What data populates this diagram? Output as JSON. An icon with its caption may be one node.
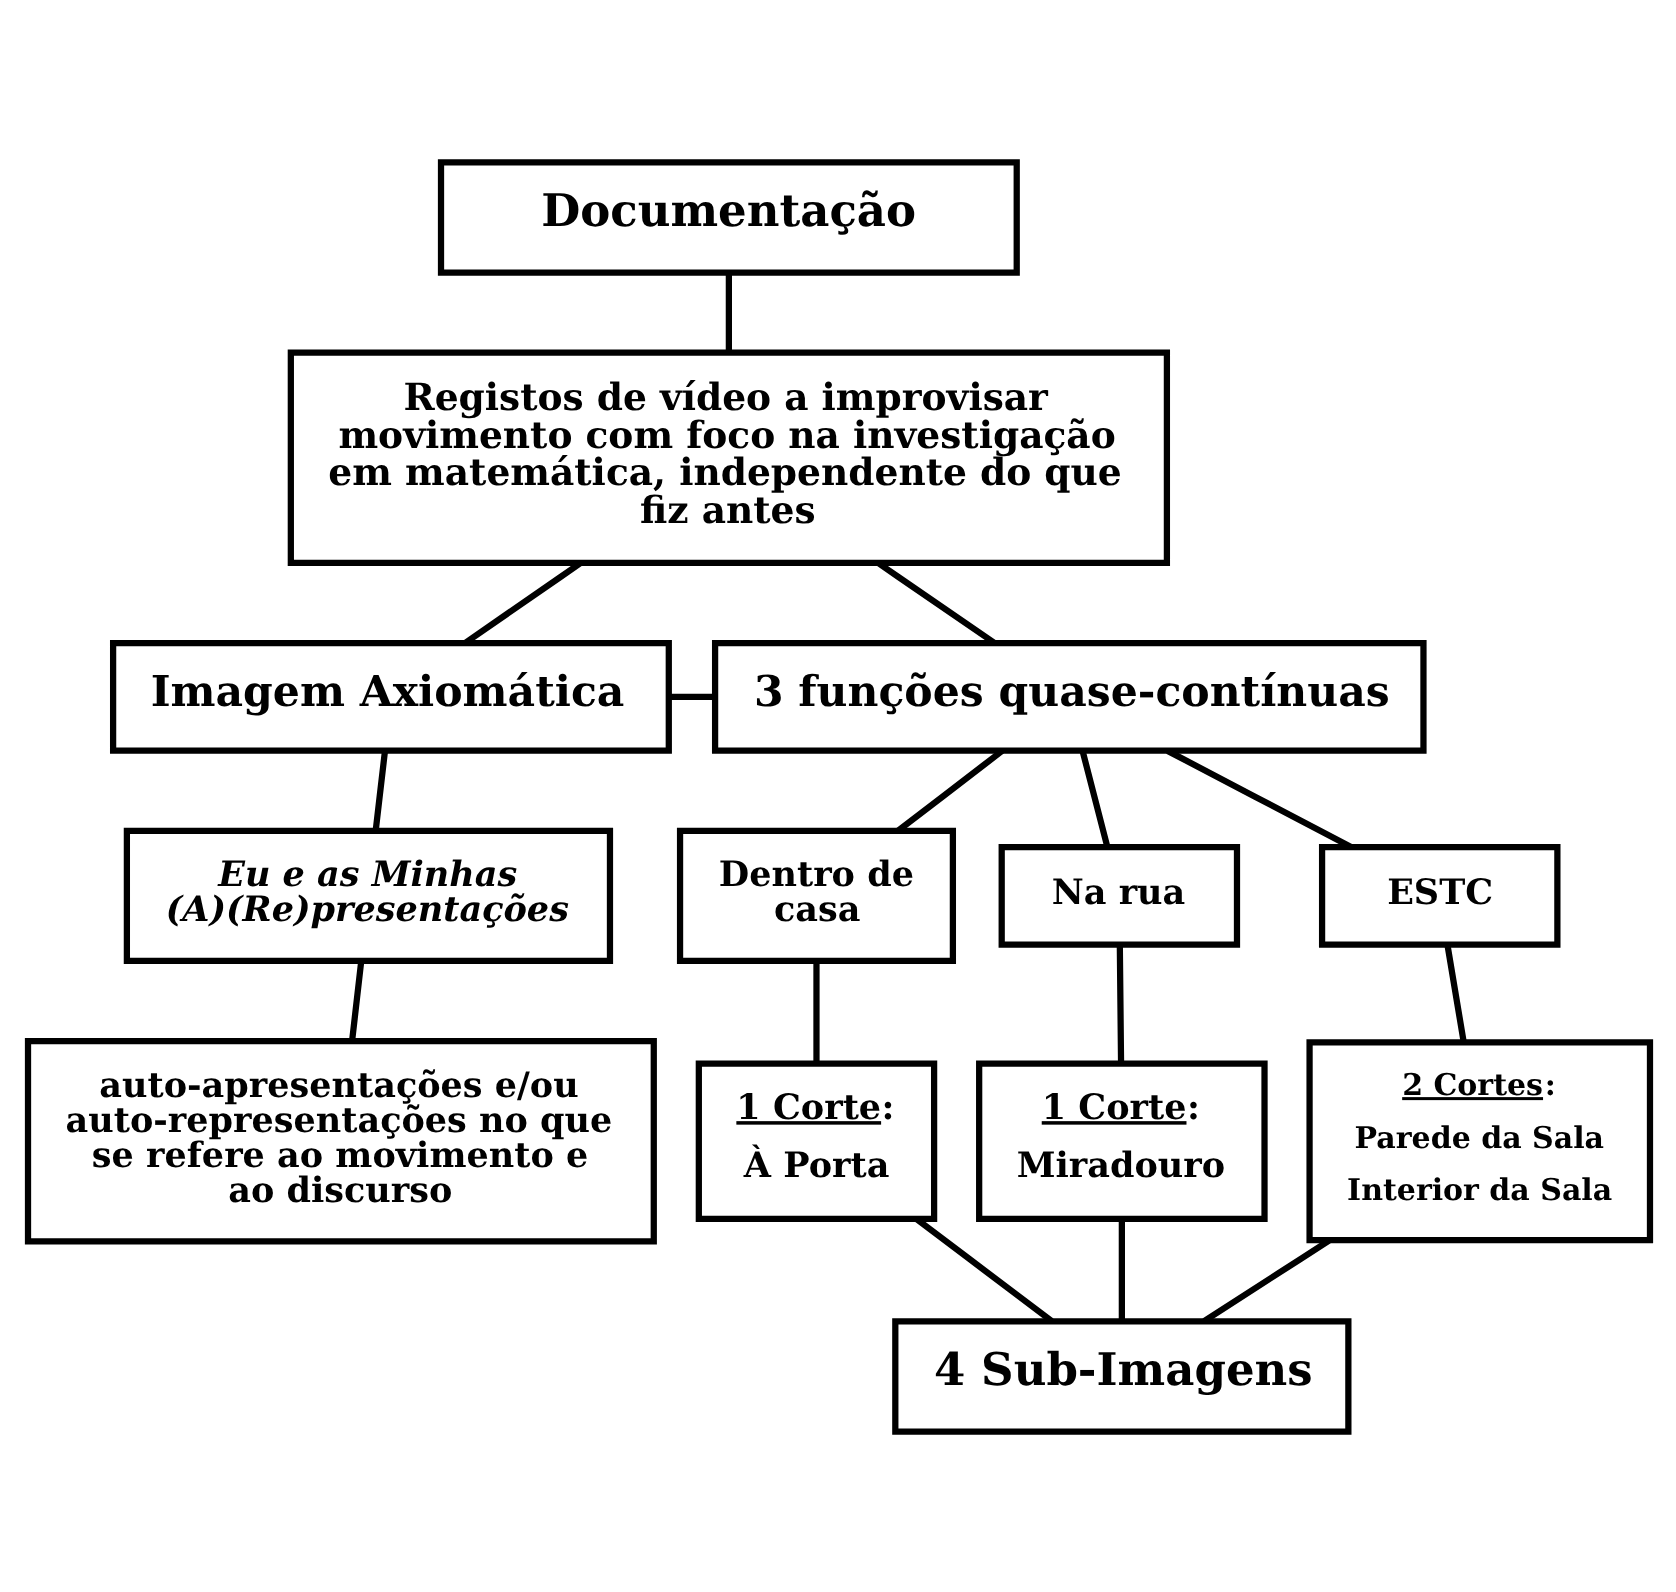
{
  "diagram": {
    "nodes": [
      {
        "text": [
          "Documentação"
        ]
      },
      {
        "text": [
          "Registos de vídeo a improvisar movimento com foco na investigação em matemática, independente do que fiz antes"
        ]
      },
      {
        "text": [
          "Imagem Axiomática"
        ]
      },
      {
        "text": [
          "3 funções quase-contínuas"
        ]
      },
      {
        "text": [
          "Eu e as Minhas (A)(Re)presentações"
        ]
      },
      {
        "text": [
          "Dentro de casa"
        ]
      },
      {
        "text": [
          "Na rua"
        ]
      },
      {
        "text": [
          "ESTC"
        ]
      },
      {
        "text": [
          "auto-apresentações e/ou auto-representações no que se refere ao movimento e ao discurso"
        ]
      },
      {
        "text": [
          "1 Corte:",
          "À Porta"
        ]
      },
      {
        "text": [
          "1 Corte:",
          "Miradouro"
        ]
      },
      {
        "text": [
          "2 Cortes:",
          "Parede da Sala",
          "Interior da Sala"
        ]
      },
      {
        "text": [
          "4 Sub-Imagens"
        ]
      }
    ],
    "edges": [
      {
        "from": 0,
        "to": 1,
        "arrow": "none"
      },
      {
        "from": 1,
        "to": 2,
        "arrow": "none"
      },
      {
        "from": 1,
        "to": 3,
        "arrow": "none"
      },
      {
        "from": 2,
        "to": 3,
        "arrow": "none"
      },
      {
        "from": 2,
        "to": 4,
        "arrow": "none"
      },
      {
        "from": 4,
        "to": 8,
        "arrow": "none"
      },
      {
        "from": 3,
        "to": 5,
        "arrow": "none"
      },
      {
        "from": 3,
        "to": 6,
        "arrow": "none"
      },
      {
        "from": 3,
        "to": 7,
        "arrow": "none"
      },
      {
        "from": 5,
        "to": 9,
        "arrow": "none"
      },
      {
        "from": 6,
        "to": 10,
        "arrow": "none"
      },
      {
        "from": 7,
        "to": 11,
        "arrow": "none"
      },
      {
        "from": 9,
        "to": 12,
        "arrow": "none"
      },
      {
        "from": 10,
        "to": 12,
        "arrow": "none"
      },
      {
        "from": 11,
        "to": 12,
        "arrow": "none"
      }
    ]
  }
}
